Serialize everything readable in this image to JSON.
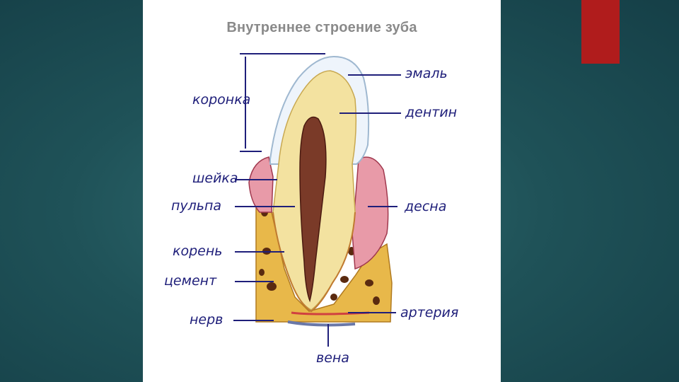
{
  "slide": {
    "accent_color": "#b01c1c",
    "background_color": "#1f5258"
  },
  "diagram": {
    "title": "Внутреннее строение зуба",
    "labels": {
      "crown": "коронка",
      "enamel": "эмаль",
      "dentin": "дентин",
      "neck": "шейка",
      "pulp": "пульпа",
      "gum": "десна",
      "root": "корень",
      "cement": "цемент",
      "artery": "артерия",
      "nerve": "нерв",
      "vein": "вена"
    }
  }
}
